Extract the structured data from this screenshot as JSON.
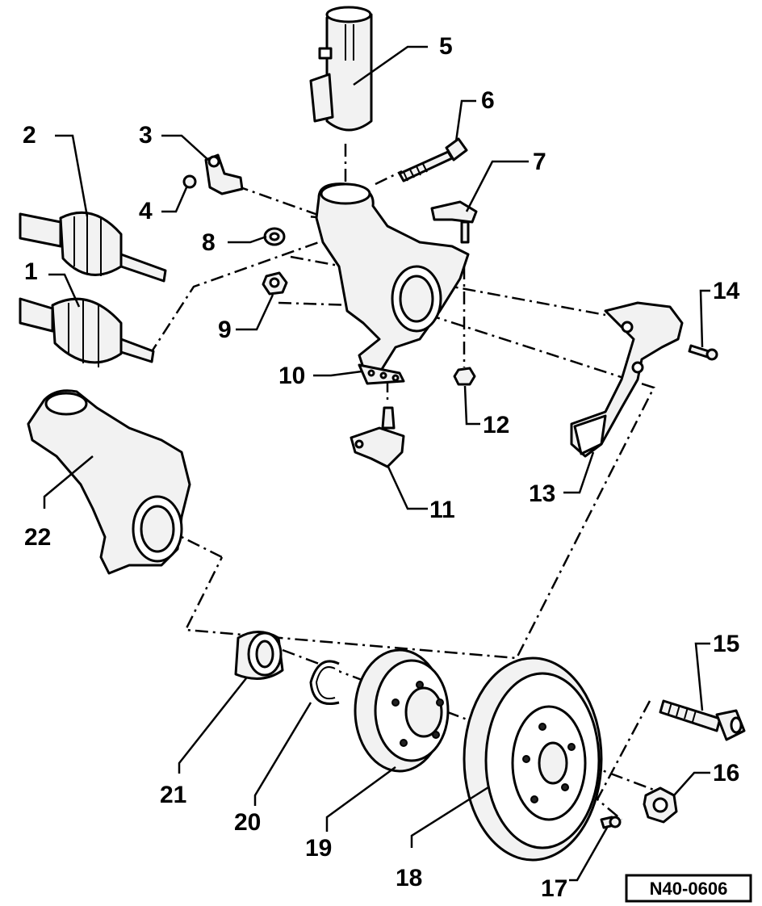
{
  "diagram": {
    "reference_code": "N40-0606",
    "labels": [
      {
        "id": "1",
        "text": "1"
      },
      {
        "id": "2",
        "text": "2"
      },
      {
        "id": "3",
        "text": "3"
      },
      {
        "id": "4",
        "text": "4"
      },
      {
        "id": "5",
        "text": "5"
      },
      {
        "id": "6",
        "text": "6"
      },
      {
        "id": "7",
        "text": "7"
      },
      {
        "id": "8",
        "text": "8"
      },
      {
        "id": "9",
        "text": "9"
      },
      {
        "id": "10",
        "text": "10"
      },
      {
        "id": "11",
        "text": "11"
      },
      {
        "id": "12",
        "text": "12"
      },
      {
        "id": "13",
        "text": "13"
      },
      {
        "id": "14",
        "text": "14"
      },
      {
        "id": "15",
        "text": "15"
      },
      {
        "id": "16",
        "text": "16"
      },
      {
        "id": "17",
        "text": "17"
      },
      {
        "id": "18",
        "text": "18"
      },
      {
        "id": "19",
        "text": "19"
      },
      {
        "id": "20",
        "text": "20"
      },
      {
        "id": "21",
        "text": "21"
      },
      {
        "id": "22",
        "text": "22"
      }
    ]
  }
}
